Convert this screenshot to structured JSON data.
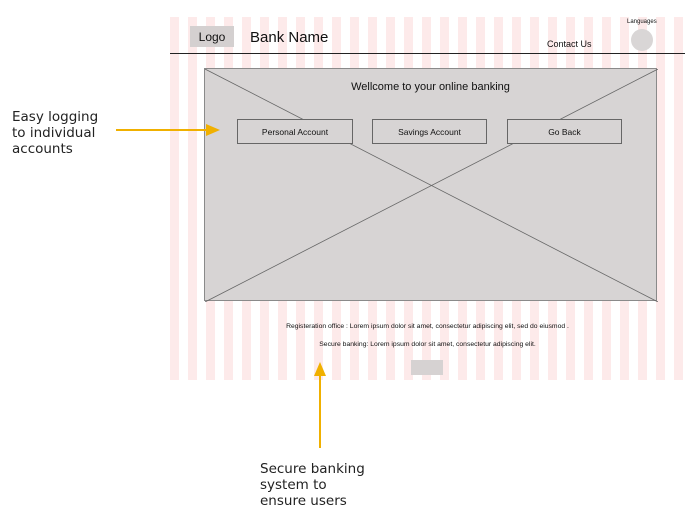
{
  "header": {
    "logo_label": "Logo",
    "bank_name": "Bank Name",
    "contact_label": "Contact Us",
    "languages_label": "Languages"
  },
  "hero": {
    "title": "Wellcome to your online banking",
    "buttons": [
      "Personal Account",
      "Savings Account",
      "Go Back"
    ]
  },
  "footer": {
    "registration_text": "Registeration office : Lorem ipsum dolor sit amet, consectetur adipiscing elit, sed do eiusmod .",
    "secure_text": "Secure banking: Lorem ipsum dolor sit amet, consectetur adipiscing elit."
  },
  "annotations": {
    "left_note": [
      "Easy logging",
      "to individual",
      "accounts"
    ],
    "bottom_note": [
      "Secure banking",
      "system to",
      "ensure users"
    ]
  },
  "colors": {
    "arrow": "#f0b000",
    "stripe": "#fdeaea",
    "placeholder": "#d7d4d4"
  }
}
